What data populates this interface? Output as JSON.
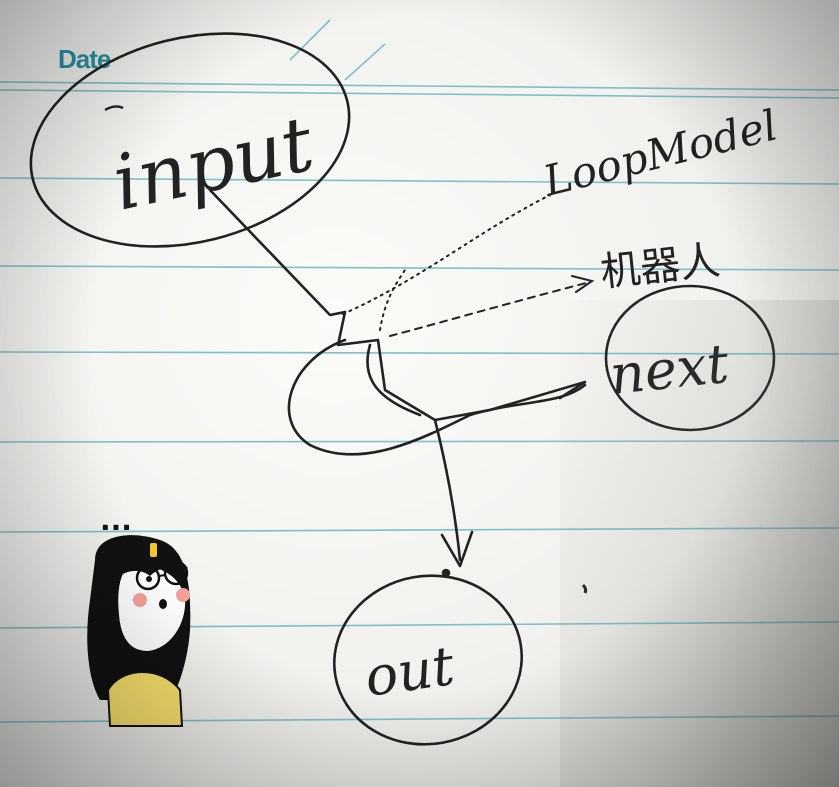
{
  "notebook": {
    "date_label": "Date",
    "line_color": "#6cb6c4"
  },
  "diagram": {
    "nodes": {
      "input": "input",
      "next": "next",
      "out": "out"
    },
    "annotations": {
      "loop_model": "LoopModel",
      "chinese_note": "机器人"
    },
    "ink_color": "#222222"
  },
  "sticker": {
    "dots": "..."
  }
}
